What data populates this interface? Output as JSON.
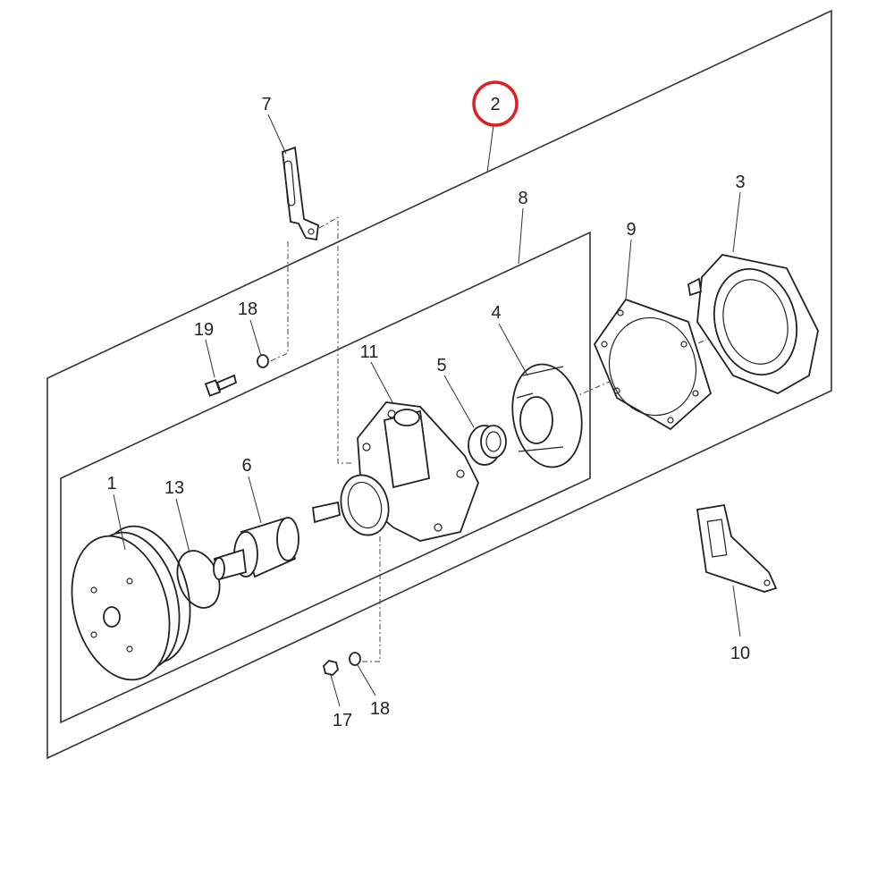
{
  "highlight_color": "#e02020",
  "highlighted_label": "2",
  "callouts": {
    "p1": "1",
    "p2": "2",
    "p3": "3",
    "p4": "4",
    "p5": "5",
    "p6": "6",
    "p7": "7",
    "p8": "8",
    "p9": "9",
    "p10": "10",
    "p11": "11",
    "p13": "13",
    "p17": "17",
    "p18a": "18",
    "p18b": "18",
    "p19": "19"
  }
}
